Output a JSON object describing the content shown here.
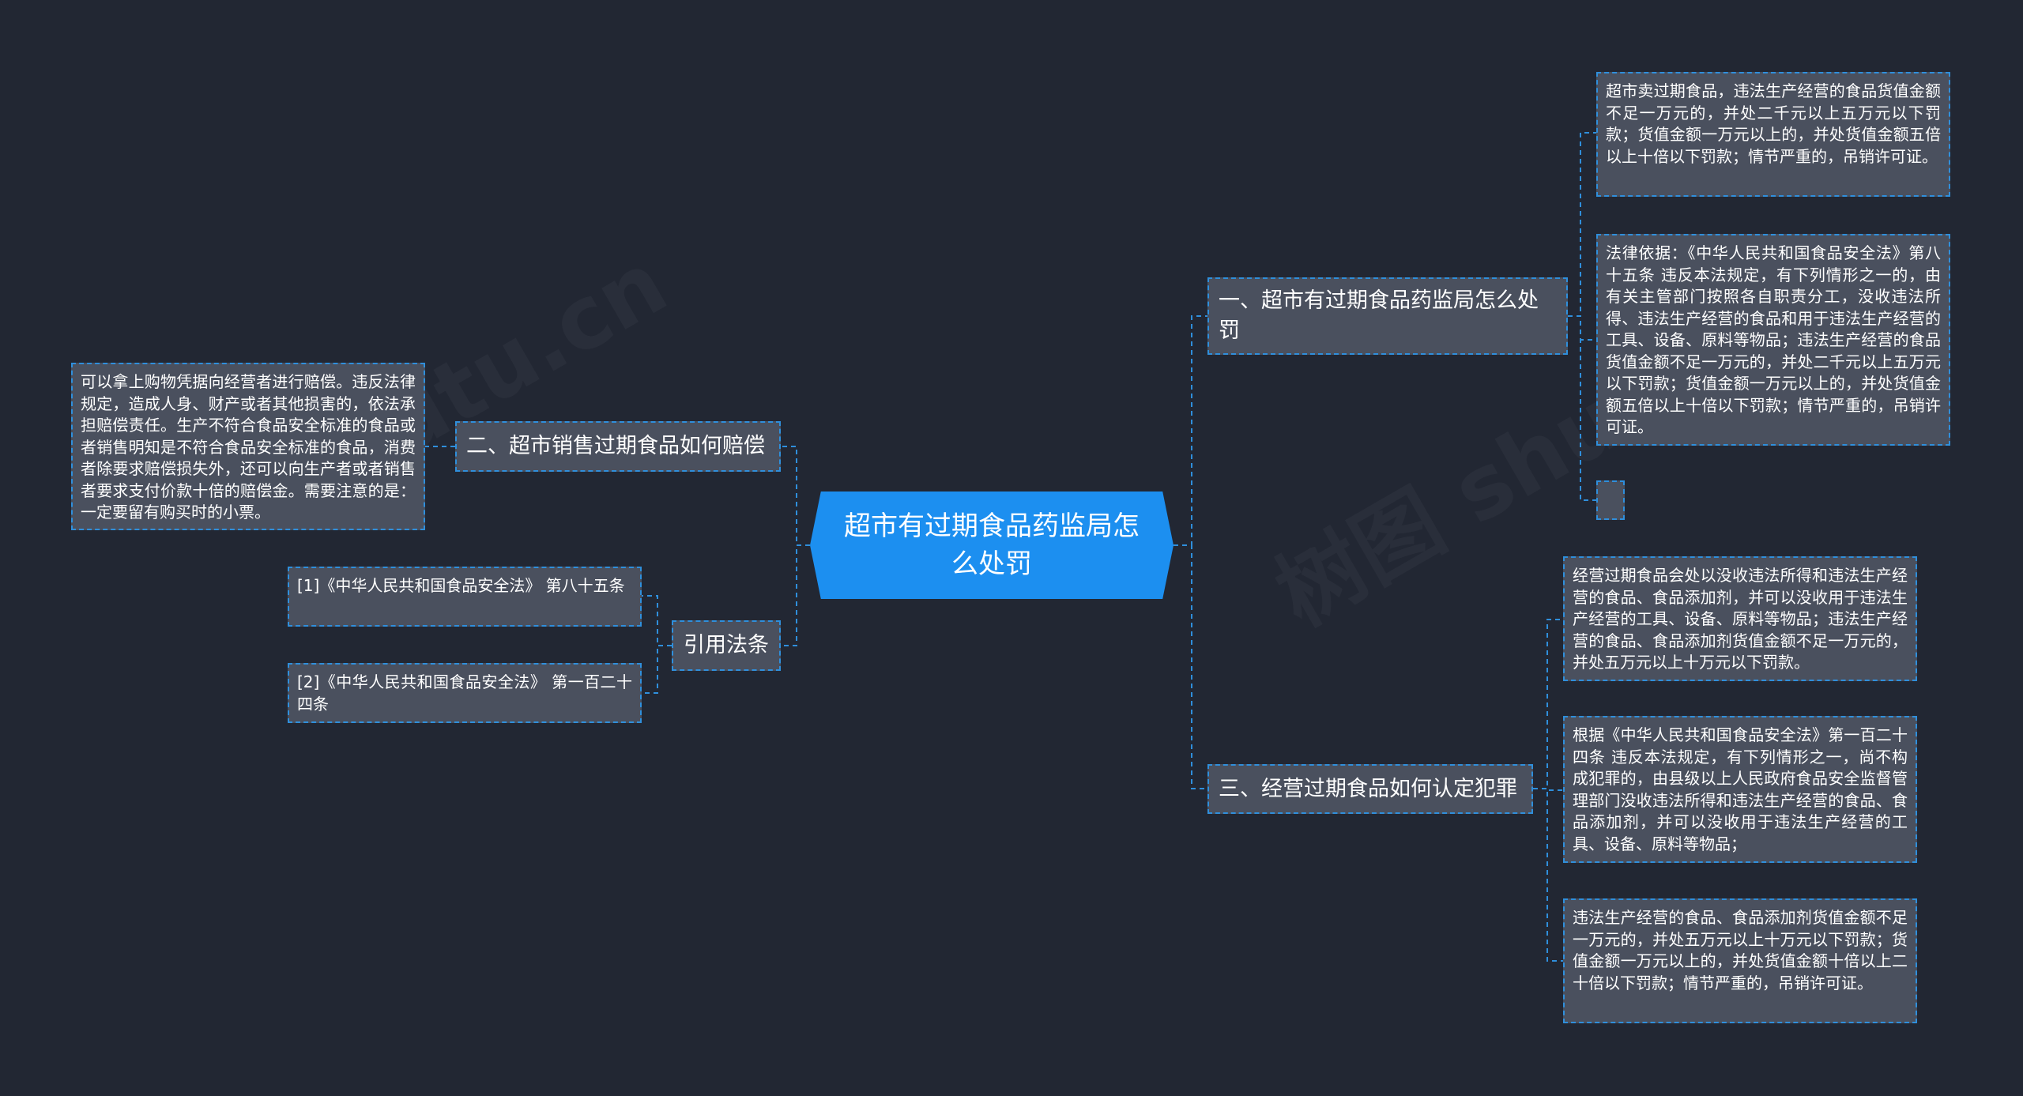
{
  "root": {
    "title": "超市有过期食品药监局怎么处罚"
  },
  "branches": {
    "b1": {
      "label": "一、超市有过期食品药监局怎么处罚"
    },
    "b2": {
      "label": "二、超市销售过期食品如何赔偿"
    },
    "b3": {
      "label": "引用法条"
    },
    "b4": {
      "label": "三、经营过期食品如何认定犯罪"
    }
  },
  "leaves": {
    "b1_1": "超市卖过期食品，违法生产经营的食品货值金额不足一万元的，并处二千元以上五万元以下罚款；货值金额一万元以上的，并处货值金额五倍以上十倍以下罚款；情节严重的，吊销许可证。",
    "b1_2": "法律依据：《中华人民共和国食品安全法》第八十五条 违反本法规定，有下列情形之一的，由有关主管部门按照各自职责分工，没收违法所得、违法生产经营的食品和用于违法生产经营的工具、设备、原料等物品；违法生产经营的食品货值金额不足一万元的，并处二千元以上五万元以下罚款；货值金额一万元以上的，并处货值金额五倍以上十倍以下罚款；情节严重的，吊销许可证。",
    "b1_3": "",
    "b2_1": "可以拿上购物凭据向经营者进行赔偿。违反法律规定，造成人身、财产或者其他损害的，依法承担赔偿责任。生产不符合食品安全标准的食品或者销售明知是不符合食品安全标准的食品，消费者除要求赔偿损失外，还可以向生产者或者销售者要求支付价款十倍的赔偿金。需要注意的是：一定要留有购买时的小票。",
    "b3_1": "[1]《中华人民共和国食品安全法》 第八十五条",
    "b3_2": "[2]《中华人民共和国食品安全法》 第一百二十四条",
    "b4_1": "经营过期食品会处以没收违法所得和违法生产经营的食品、食品添加剂，并可以没收用于违法生产经营的工具、设备、原料等物品；违法生产经营的食品、食品添加剂货值金额不足一万元的，并处五万元以上十万元以下罚款。",
    "b4_2": "根据《中华人民共和国食品安全法》第一百二十四条 违反本法规定，有下列情形之一，尚不构成犯罪的，由县级以上人民政府食品安全监督管理部门没收违法所得和违法生产经营的食品、食品添加剂，并可以没收用于违法生产经营的工具、设备、原料等物品；",
    "b4_3": "违法生产经营的食品、食品添加剂货值金额不足一万元的，并处五万元以上十万元以下罚款；货值金额一万元以上的，并处货值金额十倍以上二十倍以下罚款；情节严重的，吊销许可证。"
  },
  "colors": {
    "background": "#222733",
    "root_fill": "#1c8ff0",
    "node_fill": "#4a505e",
    "connector": "#2f8fdc"
  }
}
